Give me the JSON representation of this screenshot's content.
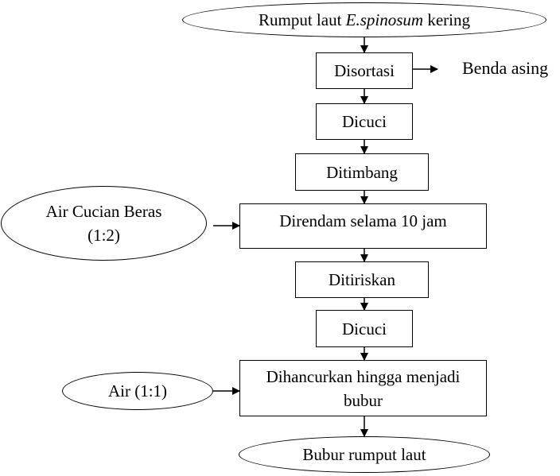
{
  "diagram": {
    "start": {
      "prefix": "Rumput laut ",
      "species": "E.spinosum",
      "suffix": " kering"
    },
    "steps": {
      "sort": "Disortasi",
      "wash1": "Dicuci",
      "weigh": "Ditimbang",
      "soak": "Direndam selama 10 jam",
      "drain": "Ditiriskan",
      "wash2": "Dicuci",
      "crush_line1": "Dihancurkan hingga menjadi",
      "crush_line2": "bubur"
    },
    "inputs": {
      "rice_water_line1": "Air Cucian Beras",
      "rice_water_line2": "(1:2)",
      "water": "Air (1:1)"
    },
    "outputs": {
      "foreign_matter": "Benda asing",
      "end": "Bubur rumput laut"
    }
  }
}
